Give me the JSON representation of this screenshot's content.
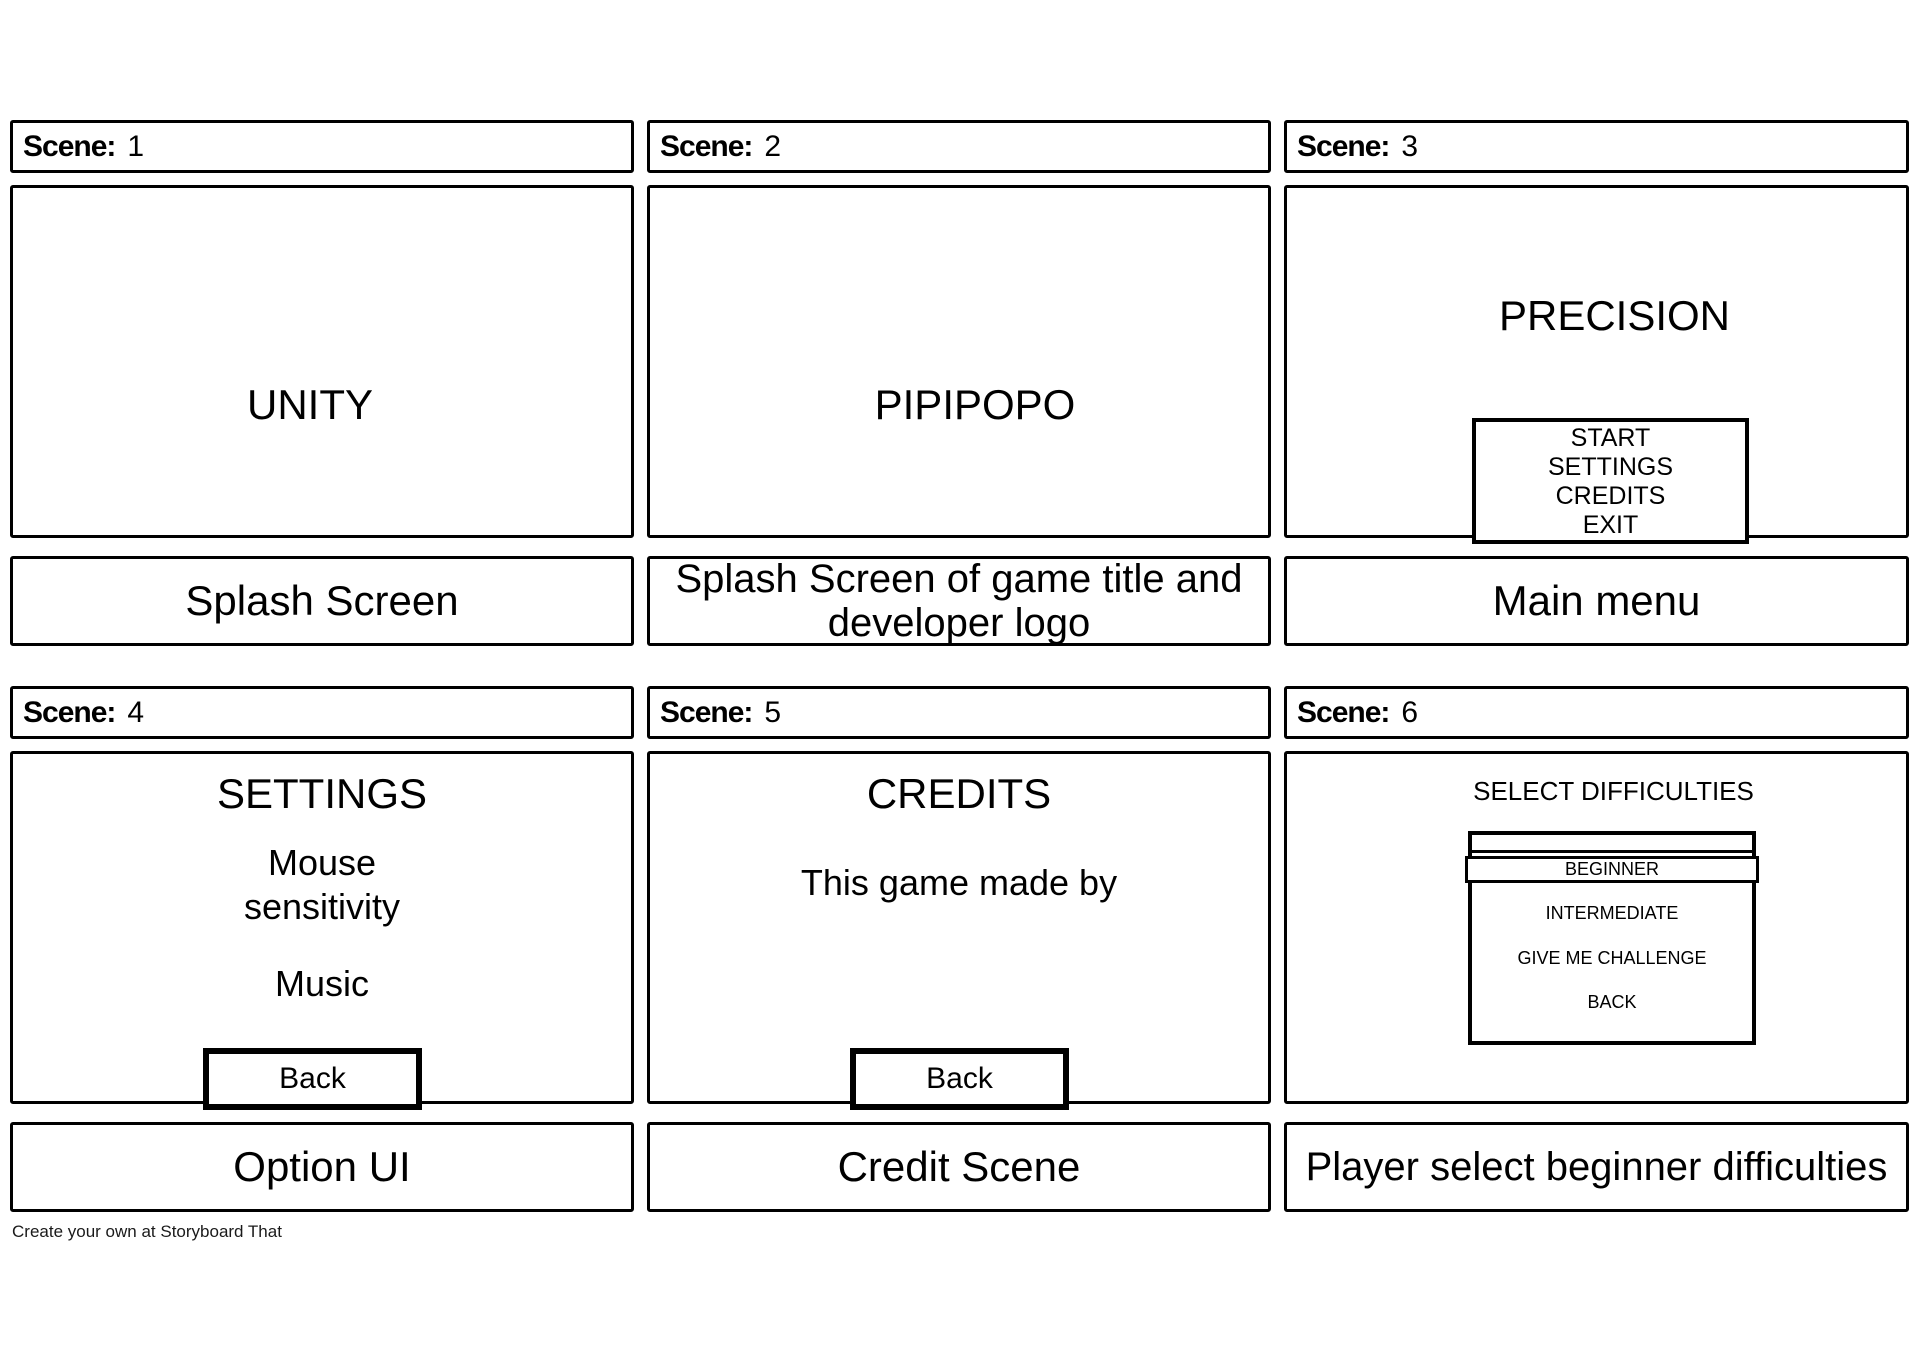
{
  "footer": "Create your own at Storyboard That",
  "scenes": [
    {
      "label": "Scene:",
      "number": "1",
      "content": {
        "title": "UNITY"
      },
      "caption": "Splash Screen"
    },
    {
      "label": "Scene:",
      "number": "2",
      "content": {
        "title": "PIPIPOPO"
      },
      "caption": "Splash Screen of game title and developer logo"
    },
    {
      "label": "Scene:",
      "number": "3",
      "content": {
        "title": "PRECISION",
        "menu_items": [
          "START",
          "SETTINGS",
          "CREDITS",
          "EXIT"
        ]
      },
      "caption": "Main menu"
    },
    {
      "label": "Scene:",
      "number": "4",
      "content": {
        "title": "SETTINGS",
        "option_1": "Mouse sensitivity",
        "option_2": "Music",
        "back_label": "Back"
      },
      "caption": "Option UI"
    },
    {
      "label": "Scene:",
      "number": "5",
      "content": {
        "title": "CREDITS",
        "body": "This game made by",
        "back_label": "Back"
      },
      "caption": "Credit Scene"
    },
    {
      "label": "Scene:",
      "number": "6",
      "content": {
        "title": "SELECT DIFFICULTIES",
        "selected_difficulty": "BEGINNER",
        "items": [
          "INTERMEDIATE",
          "GIVE ME CHALLENGE",
          "BACK"
        ]
      },
      "caption": "Player select beginner difficulties"
    }
  ]
}
